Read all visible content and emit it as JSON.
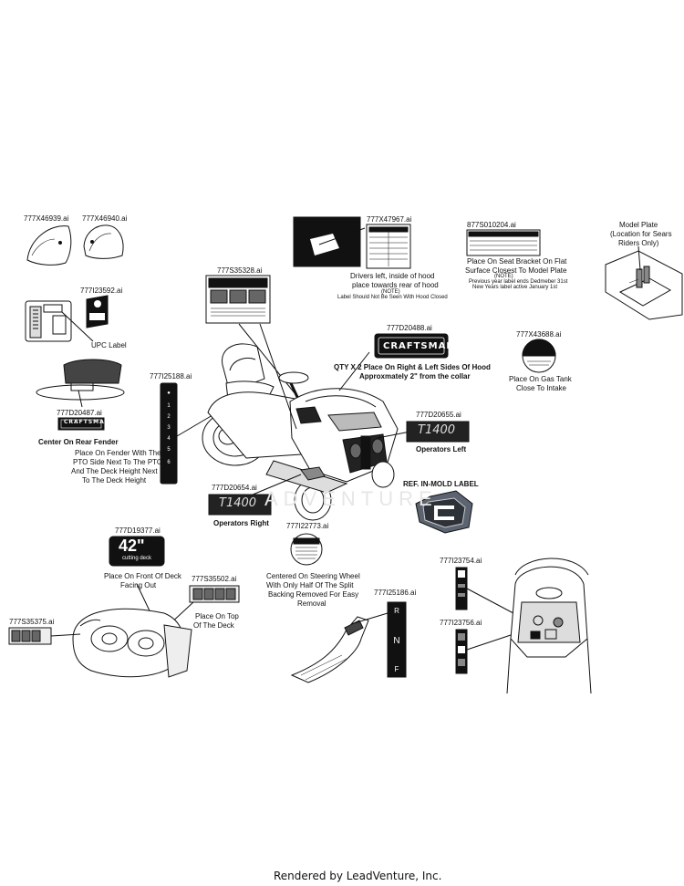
{
  "footer": "Rendered by LeadVenture, Inc.",
  "watermark": "ADVENTURE",
  "callouts": {
    "c1": {
      "pn": "777X46939.ai"
    },
    "c2": {
      "pn": "777X46940.ai"
    },
    "c3": {
      "pn": "777I23592.ai",
      "desc": "UPC Label"
    },
    "c4": {
      "pn": "777D20487.ai",
      "desc": "Center On Rear Fender",
      "logo": "CRAFTSMAN"
    },
    "c5": {
      "pn": "777I25188.ai",
      "desc": [
        "Place On Fender With The",
        "PTO Side Next To The PTO",
        "And The Deck Height Next",
        "To The Deck Height"
      ]
    },
    "c6": {
      "pn": "777S35328.ai"
    },
    "c7": {
      "pn": "777X47967.ai",
      "desc": [
        "Drivers left, inside of hood",
        "place towards rear of hood"
      ],
      "note": "(NOTE)",
      "note_text": "Label Should Not Be Seen With Hood Closed"
    },
    "c8": {
      "pn": "877S010204.ai",
      "desc": [
        "Place On Seat Bracket On Flat",
        "Surface Closest To Model Plate"
      ],
      "note": "(NOTE)",
      "note_text": [
        "Previous year label ends Dedmeber 31st",
        "New Years label active January 1st"
      ]
    },
    "c9": {
      "desc": [
        "Model Plate",
        "(Location for Sears",
        "Riders Only)"
      ]
    },
    "c10": {
      "pn": "777D20488.ai",
      "logo": "CRAFTSMAN",
      "desc": [
        "QTY X 2 Place On Right & Left Sides Of Hood",
        "Approxmately 2\" from the collar"
      ]
    },
    "c11": {
      "pn": "777X43688.ai",
      "desc": [
        "Place On Gas Tank",
        "Close To Intake"
      ]
    },
    "c12": {
      "pn": "777D20655.ai",
      "desc": "Operators Left",
      "badge": "T1400"
    },
    "c13": {
      "pn": "777D20654.ai",
      "desc": "Operators Right",
      "badge": "T1400"
    },
    "c14": {
      "desc": "REF. IN-MOLD LABEL"
    },
    "c15": {
      "pn": "777D19377.ai",
      "big": "42\"",
      "sub": "cutting deck",
      "desc": [
        "Place On Front Of Deck",
        "Facing Out"
      ]
    },
    "c16": {
      "pn": "777S35502.ai",
      "desc": [
        "Place On Top",
        "Of The Deck"
      ]
    },
    "c17": {
      "pn": "777S35375.ai"
    },
    "c18": {
      "pn": "777I22773.ai",
      "desc": [
        "Centered On Steering Wheel",
        "With Only Half Of The Split",
        "Backing Removed For Easy",
        "Removal"
      ]
    },
    "c19": {
      "pn": "777I25186.ai"
    },
    "c20": {
      "pn": "777I23754.ai"
    },
    "c21": {
      "pn": "777I23756.ai"
    }
  }
}
